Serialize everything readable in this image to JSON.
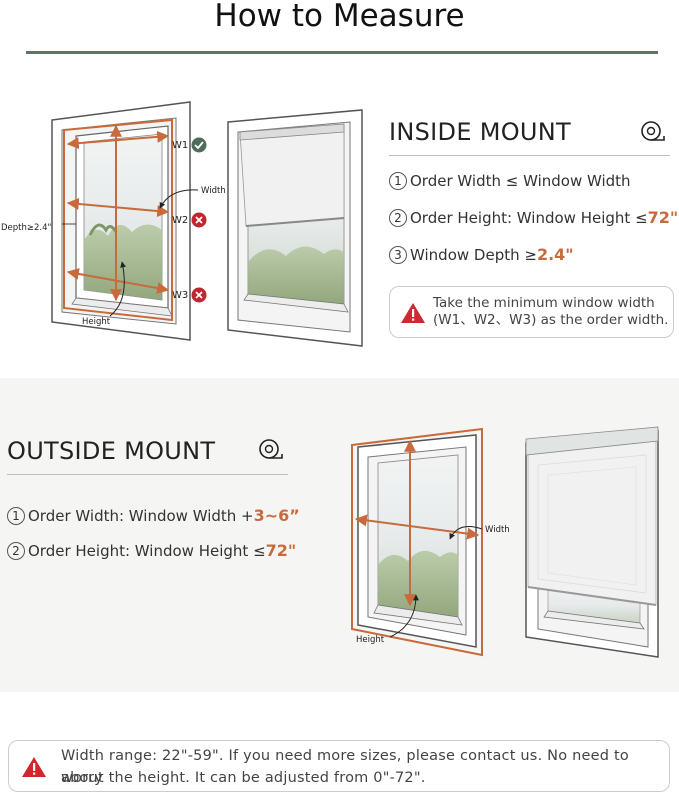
{
  "page": {
    "title": "How to Measure"
  },
  "inside_mount": {
    "heading": "INSIDE MOUNT",
    "items": [
      {
        "num": "1",
        "text": "Order Width ≤ Window Width",
        "highlight": ""
      },
      {
        "num": "2",
        "text": "Order Height: Window Height ≤ ",
        "highlight": "72\""
      },
      {
        "num": "3",
        "text": "Window Depth ≥ ",
        "highlight": "2.4\""
      }
    ],
    "note_line1": "Take the minimum window width",
    "note_line2": "(W1、W2、W3) as the order width.",
    "diagram_labels": {
      "w1": "W1",
      "w2": "W2",
      "w3": "W3",
      "width": "Width",
      "height": "Height",
      "depth": "Depth≥2.4\""
    }
  },
  "outside_mount": {
    "heading": "OUTSIDE MOUNT",
    "items": [
      {
        "num": "1",
        "text": "Order Width: Window Width + ",
        "highlight": "3~6”"
      },
      {
        "num": "2",
        "text": "Order Height: Window Height ≤ ",
        "highlight": "72\""
      }
    ],
    "diagram_labels": {
      "width": "Width",
      "height": "Height"
    }
  },
  "bottom_note": {
    "line1": "Width range: 22\"-59\". If you need more sizes, please contact us. No need to worry",
    "line2": "about the height. It can be adjusted from 0\"-72\"."
  },
  "colors": {
    "accent": "#c96a3c",
    "rule": "#5e7362",
    "check": "#4f6b5a",
    "cross": "#c0262d",
    "warning": "#d0282e"
  }
}
